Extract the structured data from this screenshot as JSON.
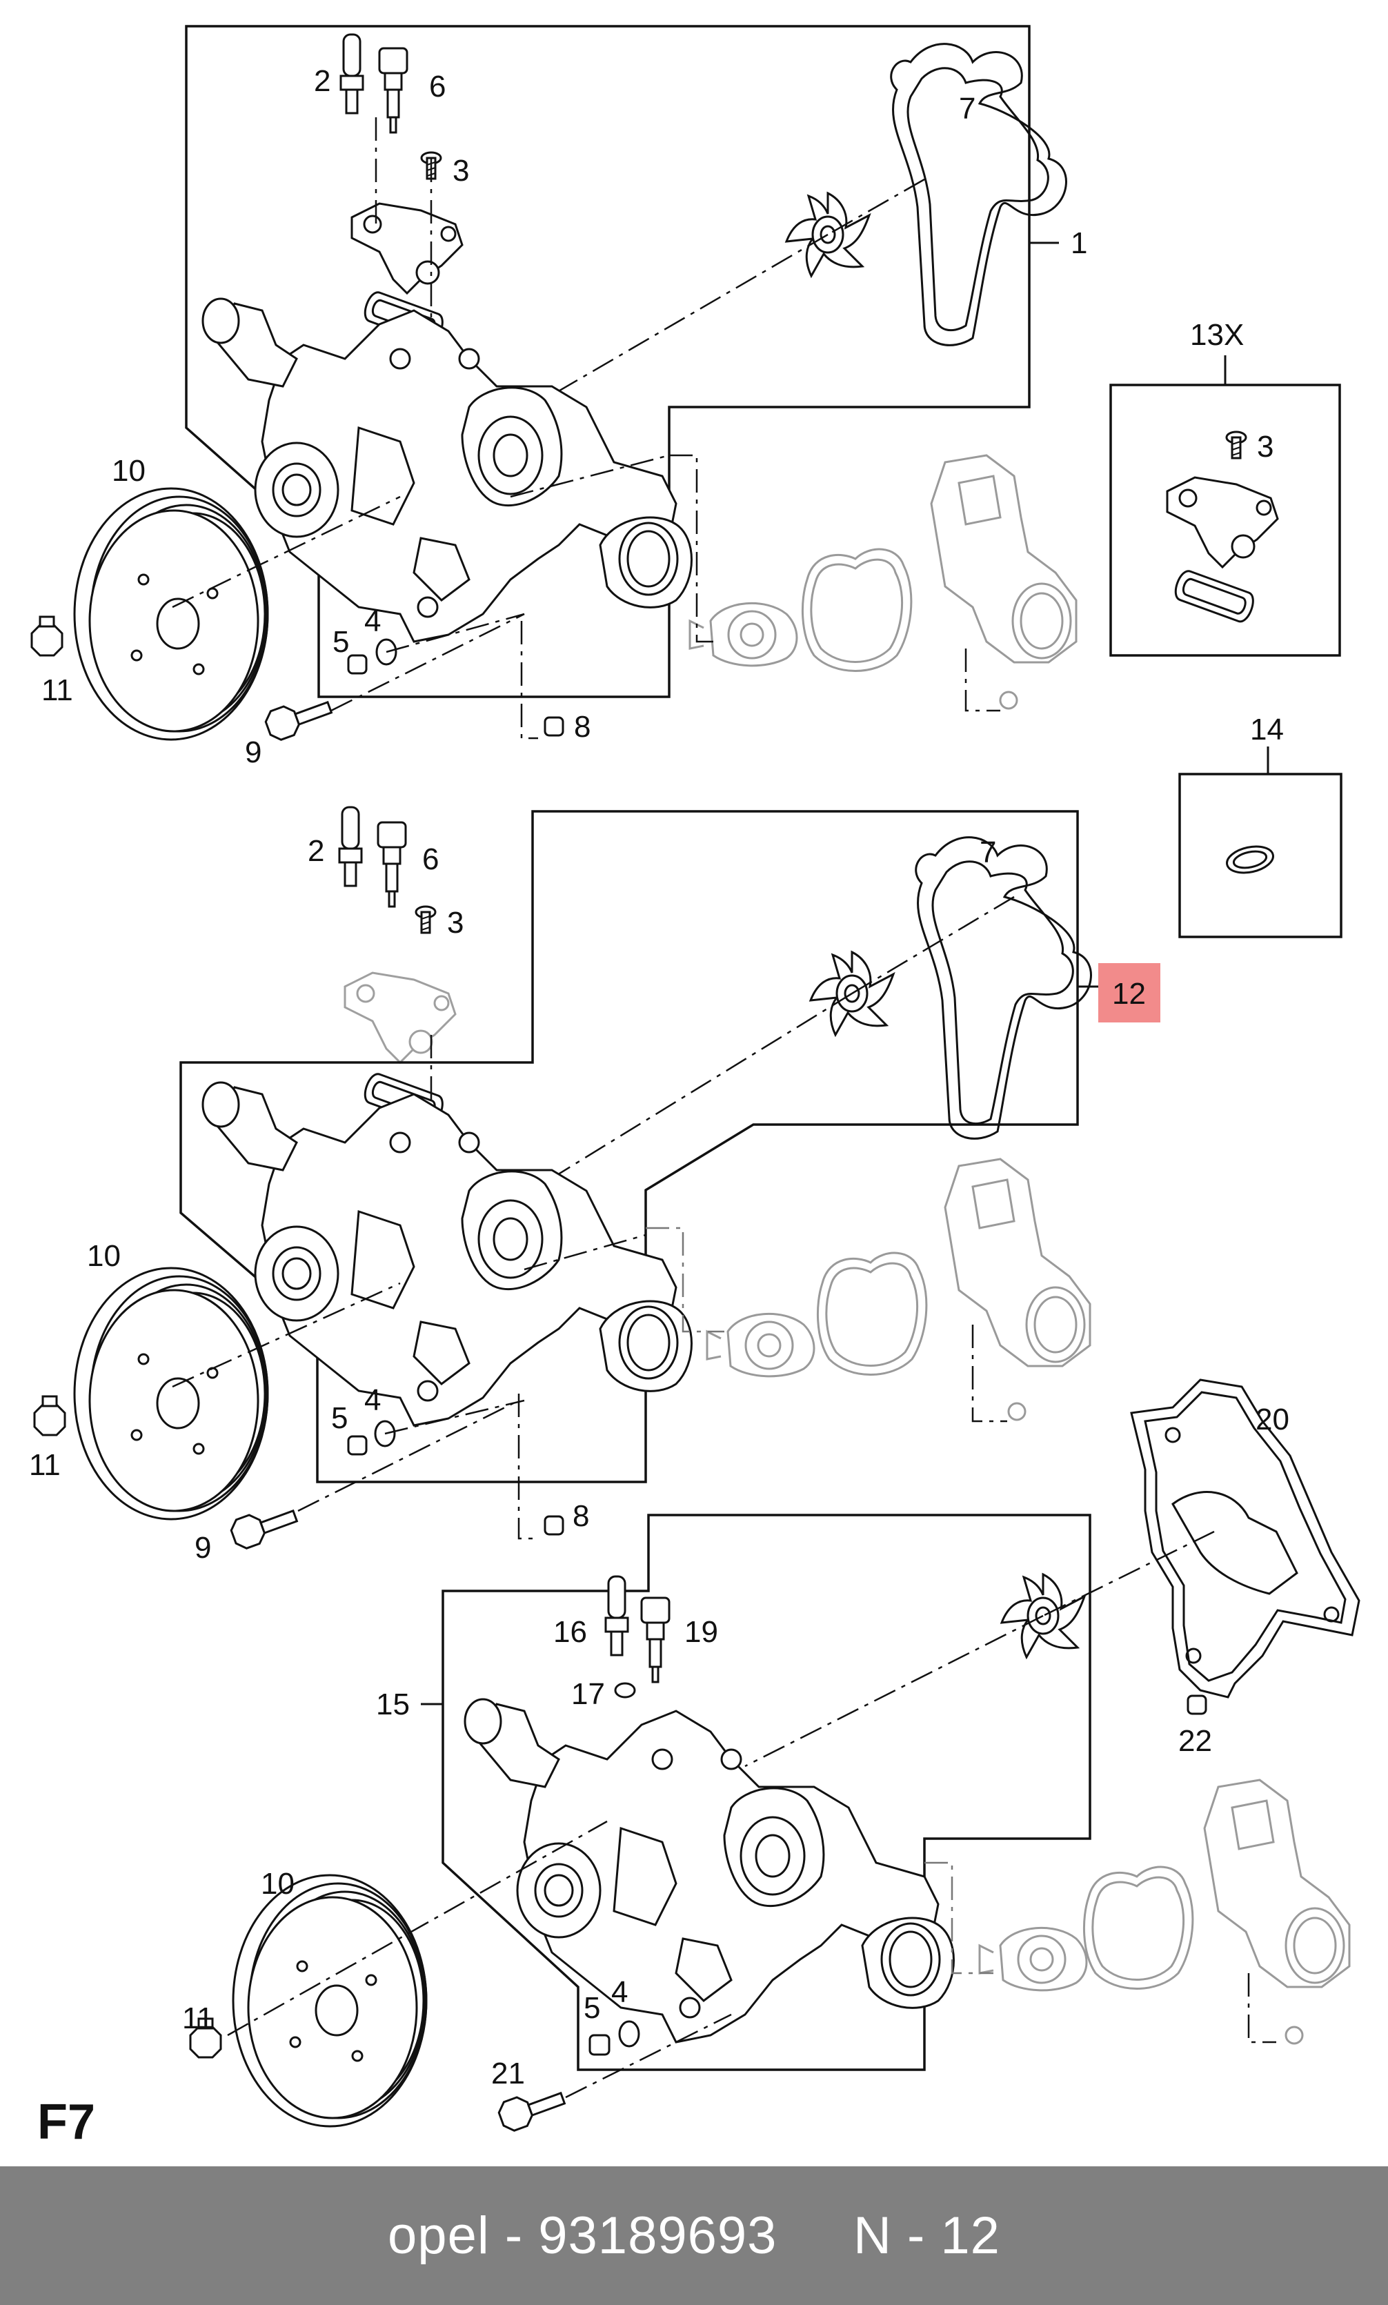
{
  "figure_id": "F7",
  "footer": {
    "brand": "opel",
    "separator": " - ",
    "part_number": "93189693",
    "spacer": "     ",
    "ref": "N - 12"
  },
  "highlight_color": "#f28b8b",
  "footer_color": "#808080",
  "panel_top": {
    "labels": [
      "1",
      "2",
      "3",
      "4",
      "5",
      "6",
      "7",
      "8",
      "9",
      "10",
      "11"
    ]
  },
  "panel_middle": {
    "labels": [
      "2",
      "3",
      "4",
      "5",
      "6",
      "7",
      "8",
      "9",
      "10",
      "11",
      "12"
    ]
  },
  "panel_bottom": {
    "labels": [
      "4",
      "5",
      "10",
      "11",
      "15",
      "16",
      "17",
      "19",
      "20",
      "21",
      "22"
    ]
  },
  "kit_13x": {
    "label": "13X",
    "inner_label": "3"
  },
  "kit_14": {
    "label": "14"
  }
}
